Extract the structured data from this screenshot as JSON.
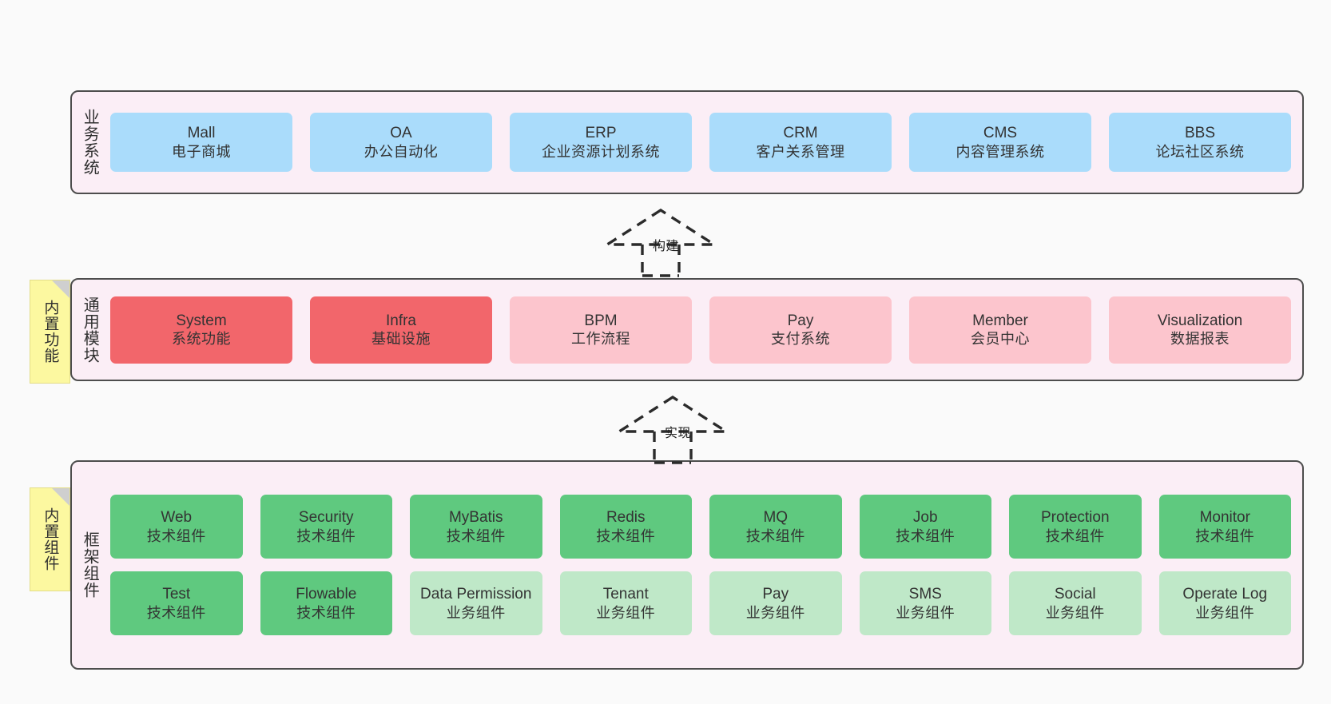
{
  "diagram": {
    "background_color": "#fafafa",
    "panel_color": "#fbeef6",
    "panel_border_color": "#4d4d4d",
    "note_color": "#fcf8a0"
  },
  "layers": [
    {
      "id": "business",
      "title": "业务系统",
      "note": null,
      "rows": [
        {
          "cards": [
            {
              "en": "Mall",
              "cn": "电子商城",
              "color": "#aadcfb"
            },
            {
              "en": "OA",
              "cn": "办公自动化",
              "color": "#aadcfb"
            },
            {
              "en": "ERP",
              "cn": "企业资源计划系统",
              "color": "#aadcfb"
            },
            {
              "en": "CRM",
              "cn": "客户关系管理",
              "color": "#aadcfb"
            },
            {
              "en": "CMS",
              "cn": "内容管理系统",
              "color": "#aadcfb"
            },
            {
              "en": "BBS",
              "cn": "论坛社区系统",
              "color": "#aadcfb"
            }
          ]
        }
      ]
    },
    {
      "id": "common-modules",
      "title": "通用模块",
      "note": "内置功能",
      "rows": [
        {
          "cards": [
            {
              "en": "System",
              "cn": "系统功能",
              "color": "#f2666b"
            },
            {
              "en": "Infra",
              "cn": "基础设施",
              "color": "#f2666b"
            },
            {
              "en": "BPM",
              "cn": "工作流程",
              "color": "#fcc5cd"
            },
            {
              "en": "Pay",
              "cn": "支付系统",
              "color": "#fcc5cd"
            },
            {
              "en": "Member",
              "cn": "会员中心",
              "color": "#fcc5cd"
            },
            {
              "en": "Visualization",
              "cn": "数据报表",
              "color": "#fcc5cd"
            }
          ]
        }
      ]
    },
    {
      "id": "framework-components",
      "title": "框架组件",
      "note": "内置组件",
      "rows": [
        {
          "cards": [
            {
              "en": "Web",
              "cn": "技术组件",
              "color": "#5fc97f"
            },
            {
              "en": "Security",
              "cn": "技术组件",
              "color": "#5fc97f"
            },
            {
              "en": "MyBatis",
              "cn": "技术组件",
              "color": "#5fc97f"
            },
            {
              "en": "Redis",
              "cn": "技术组件",
              "color": "#5fc97f"
            },
            {
              "en": "MQ",
              "cn": "技术组件",
              "color": "#5fc97f"
            },
            {
              "en": "Job",
              "cn": "技术组件",
              "color": "#5fc97f"
            },
            {
              "en": "Protection",
              "cn": "技术组件",
              "color": "#5fc97f"
            },
            {
              "en": "Monitor",
              "cn": "技术组件",
              "color": "#5fc97f"
            }
          ]
        },
        {
          "cards": [
            {
              "en": "Test",
              "cn": "技术组件",
              "color": "#5fc97f"
            },
            {
              "en": "Flowable",
              "cn": "技术组件",
              "color": "#5fc97f"
            },
            {
              "en": "Data Permission",
              "cn": "业务组件",
              "color": "#bfe8c8"
            },
            {
              "en": "Tenant",
              "cn": "业务组件",
              "color": "#bfe8c8"
            },
            {
              "en": "Pay",
              "cn": "业务组件",
              "color": "#bfe8c8"
            },
            {
              "en": "SMS",
              "cn": "业务组件",
              "color": "#bfe8c8"
            },
            {
              "en": "Social",
              "cn": "业务组件",
              "color": "#bfe8c8"
            },
            {
              "en": "Operate Log",
              "cn": "业务组件",
              "color": "#bfe8c8"
            }
          ]
        }
      ]
    }
  ],
  "connectors": [
    {
      "id": "build",
      "label": "构建"
    },
    {
      "id": "implement",
      "label": "实现"
    }
  ]
}
